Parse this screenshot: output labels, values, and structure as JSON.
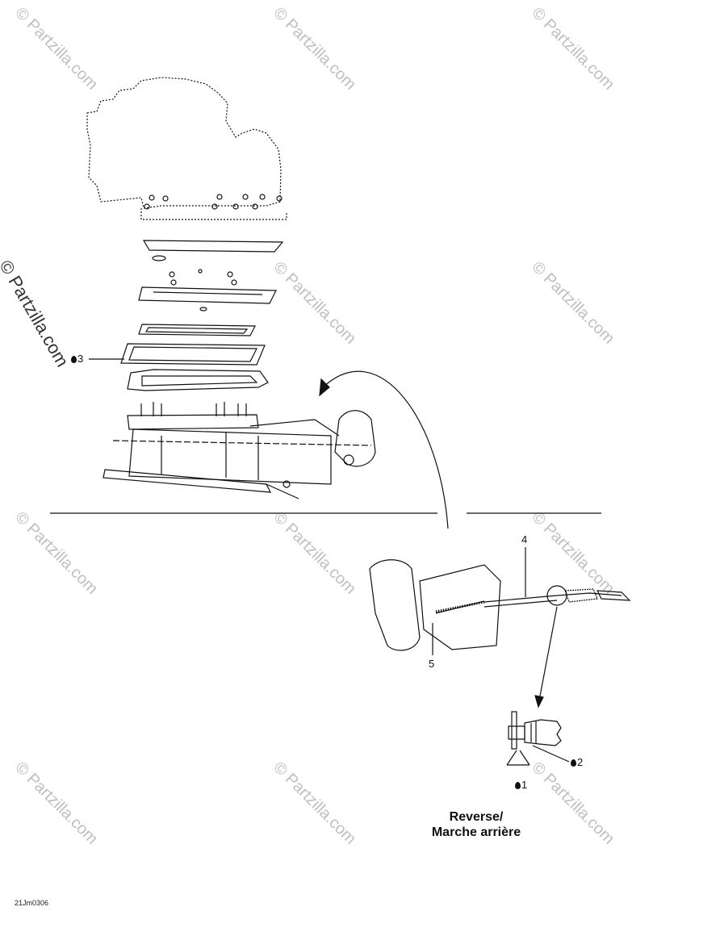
{
  "watermarks": {
    "text": "© Partzilla.com",
    "main_text": "© Partzilla.com"
  },
  "callouts": {
    "c1": "1",
    "c2": "2",
    "c3": "3",
    "c4": "4",
    "c5": "5"
  },
  "caption": {
    "line1": "Reverse/",
    "line2": "Marche arrière"
  },
  "figure_code": "21Jm0306",
  "icons": {
    "drop": "oil-drop-icon"
  }
}
